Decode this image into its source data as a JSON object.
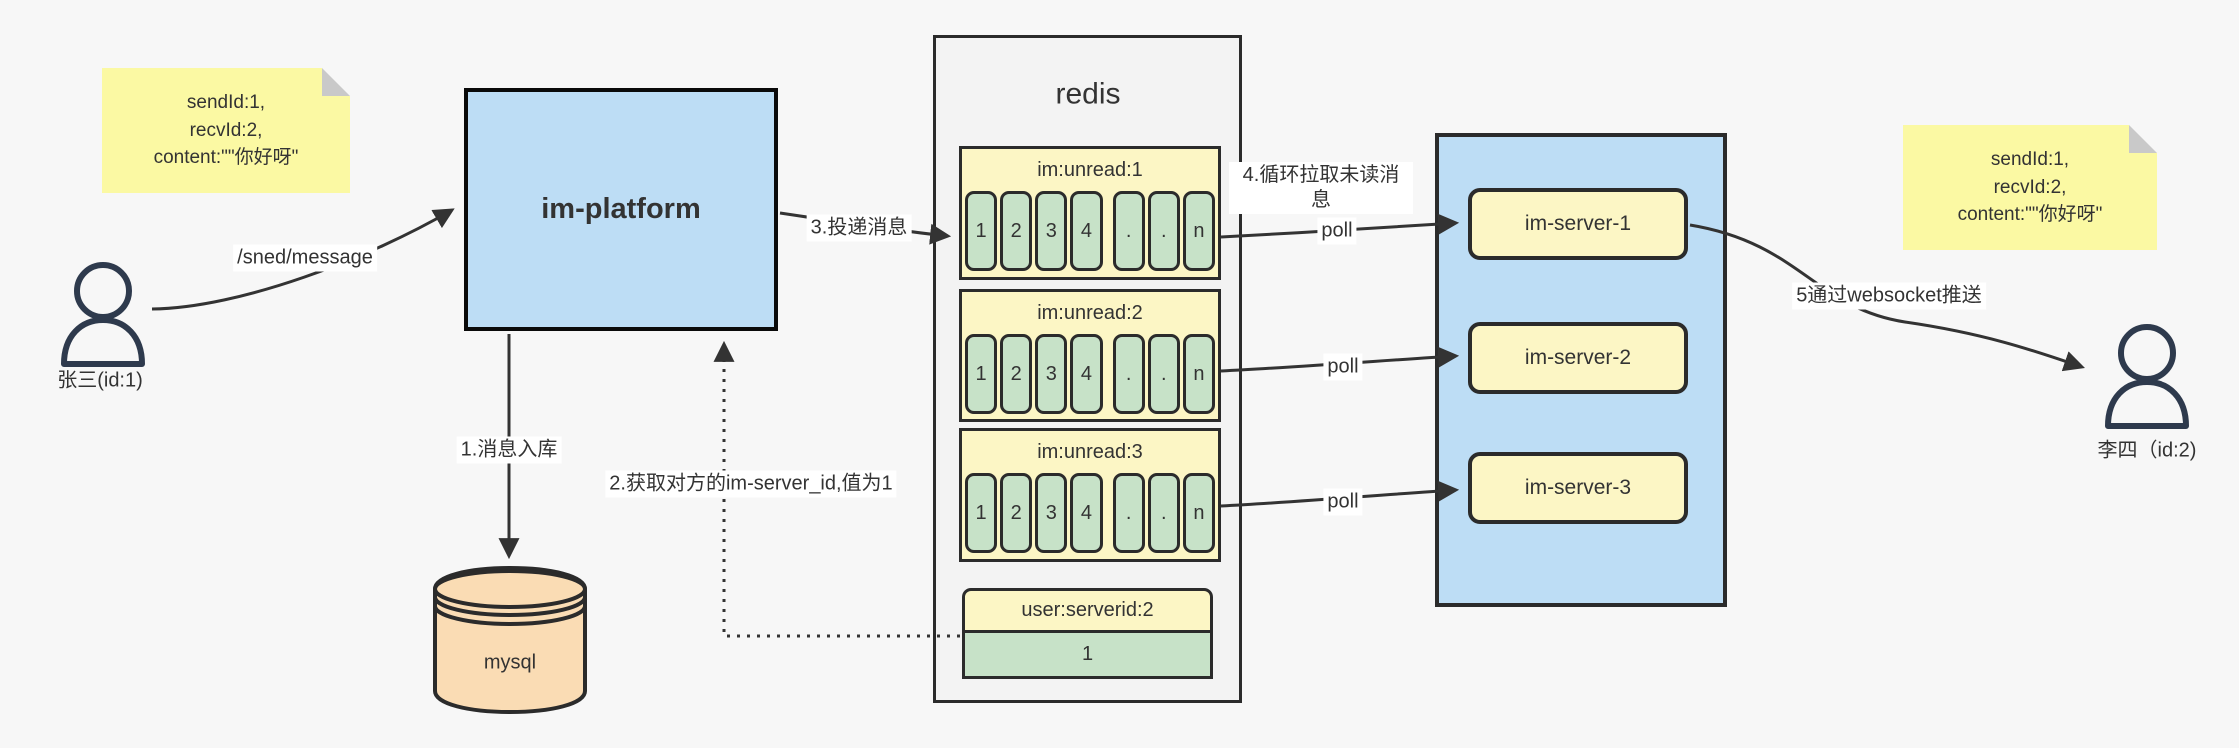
{
  "diagram": {
    "notes": {
      "left": {
        "lines": [
          "sendId:1,",
          "recvId:2,",
          "content:\"\"你好呀\""
        ]
      },
      "right": {
        "lines": [
          "sendId:1,",
          "recvId:2,",
          "content:\"\"你好呀\""
        ]
      }
    },
    "actors": {
      "sender": {
        "label": "张三(id:1)"
      },
      "receiver": {
        "label": "李四（id:2)"
      }
    },
    "platform": {
      "label": "im-platform"
    },
    "database": {
      "label": "mysql"
    },
    "redis": {
      "title": "redis",
      "queues": [
        {
          "header": "im:unread:1",
          "cells": [
            "1",
            "2",
            "3",
            "4",
            ".",
            ".",
            "n"
          ]
        },
        {
          "header": "im:unread:2",
          "cells": [
            "1",
            "2",
            "3",
            "4",
            ".",
            ".",
            "n"
          ]
        },
        {
          "header": "im:unread:3",
          "cells": [
            "1",
            "2",
            "3",
            "4",
            ".",
            ".",
            "n"
          ]
        }
      ],
      "kv": {
        "header": "user:serverid:2",
        "value": "1"
      }
    },
    "server_group": {
      "servers": [
        {
          "label": "im-server-1"
        },
        {
          "label": "im-server-2"
        },
        {
          "label": "im-server-3"
        }
      ]
    },
    "edges": {
      "send_api": "/sned/message",
      "step1": "1.消息入库",
      "step2": "2.获取对方的im-server_id,值为1",
      "step3": "3.投递消息",
      "step4": "4.循环拉取未读消息",
      "poll1": "poll",
      "poll2": "poll",
      "poll3": "poll",
      "step5": "5通过websocket推送"
    },
    "colors": {
      "node_blue": "#BDDDF5",
      "pale_yellow": "#FCF6C5",
      "note_yellow": "#FBF9A3",
      "cell_green": "#C7E2C8",
      "db_tan": "#FADCB4",
      "container_gray": "#F3F3F3",
      "line": "#333333",
      "person": "#2E3A4D"
    }
  }
}
